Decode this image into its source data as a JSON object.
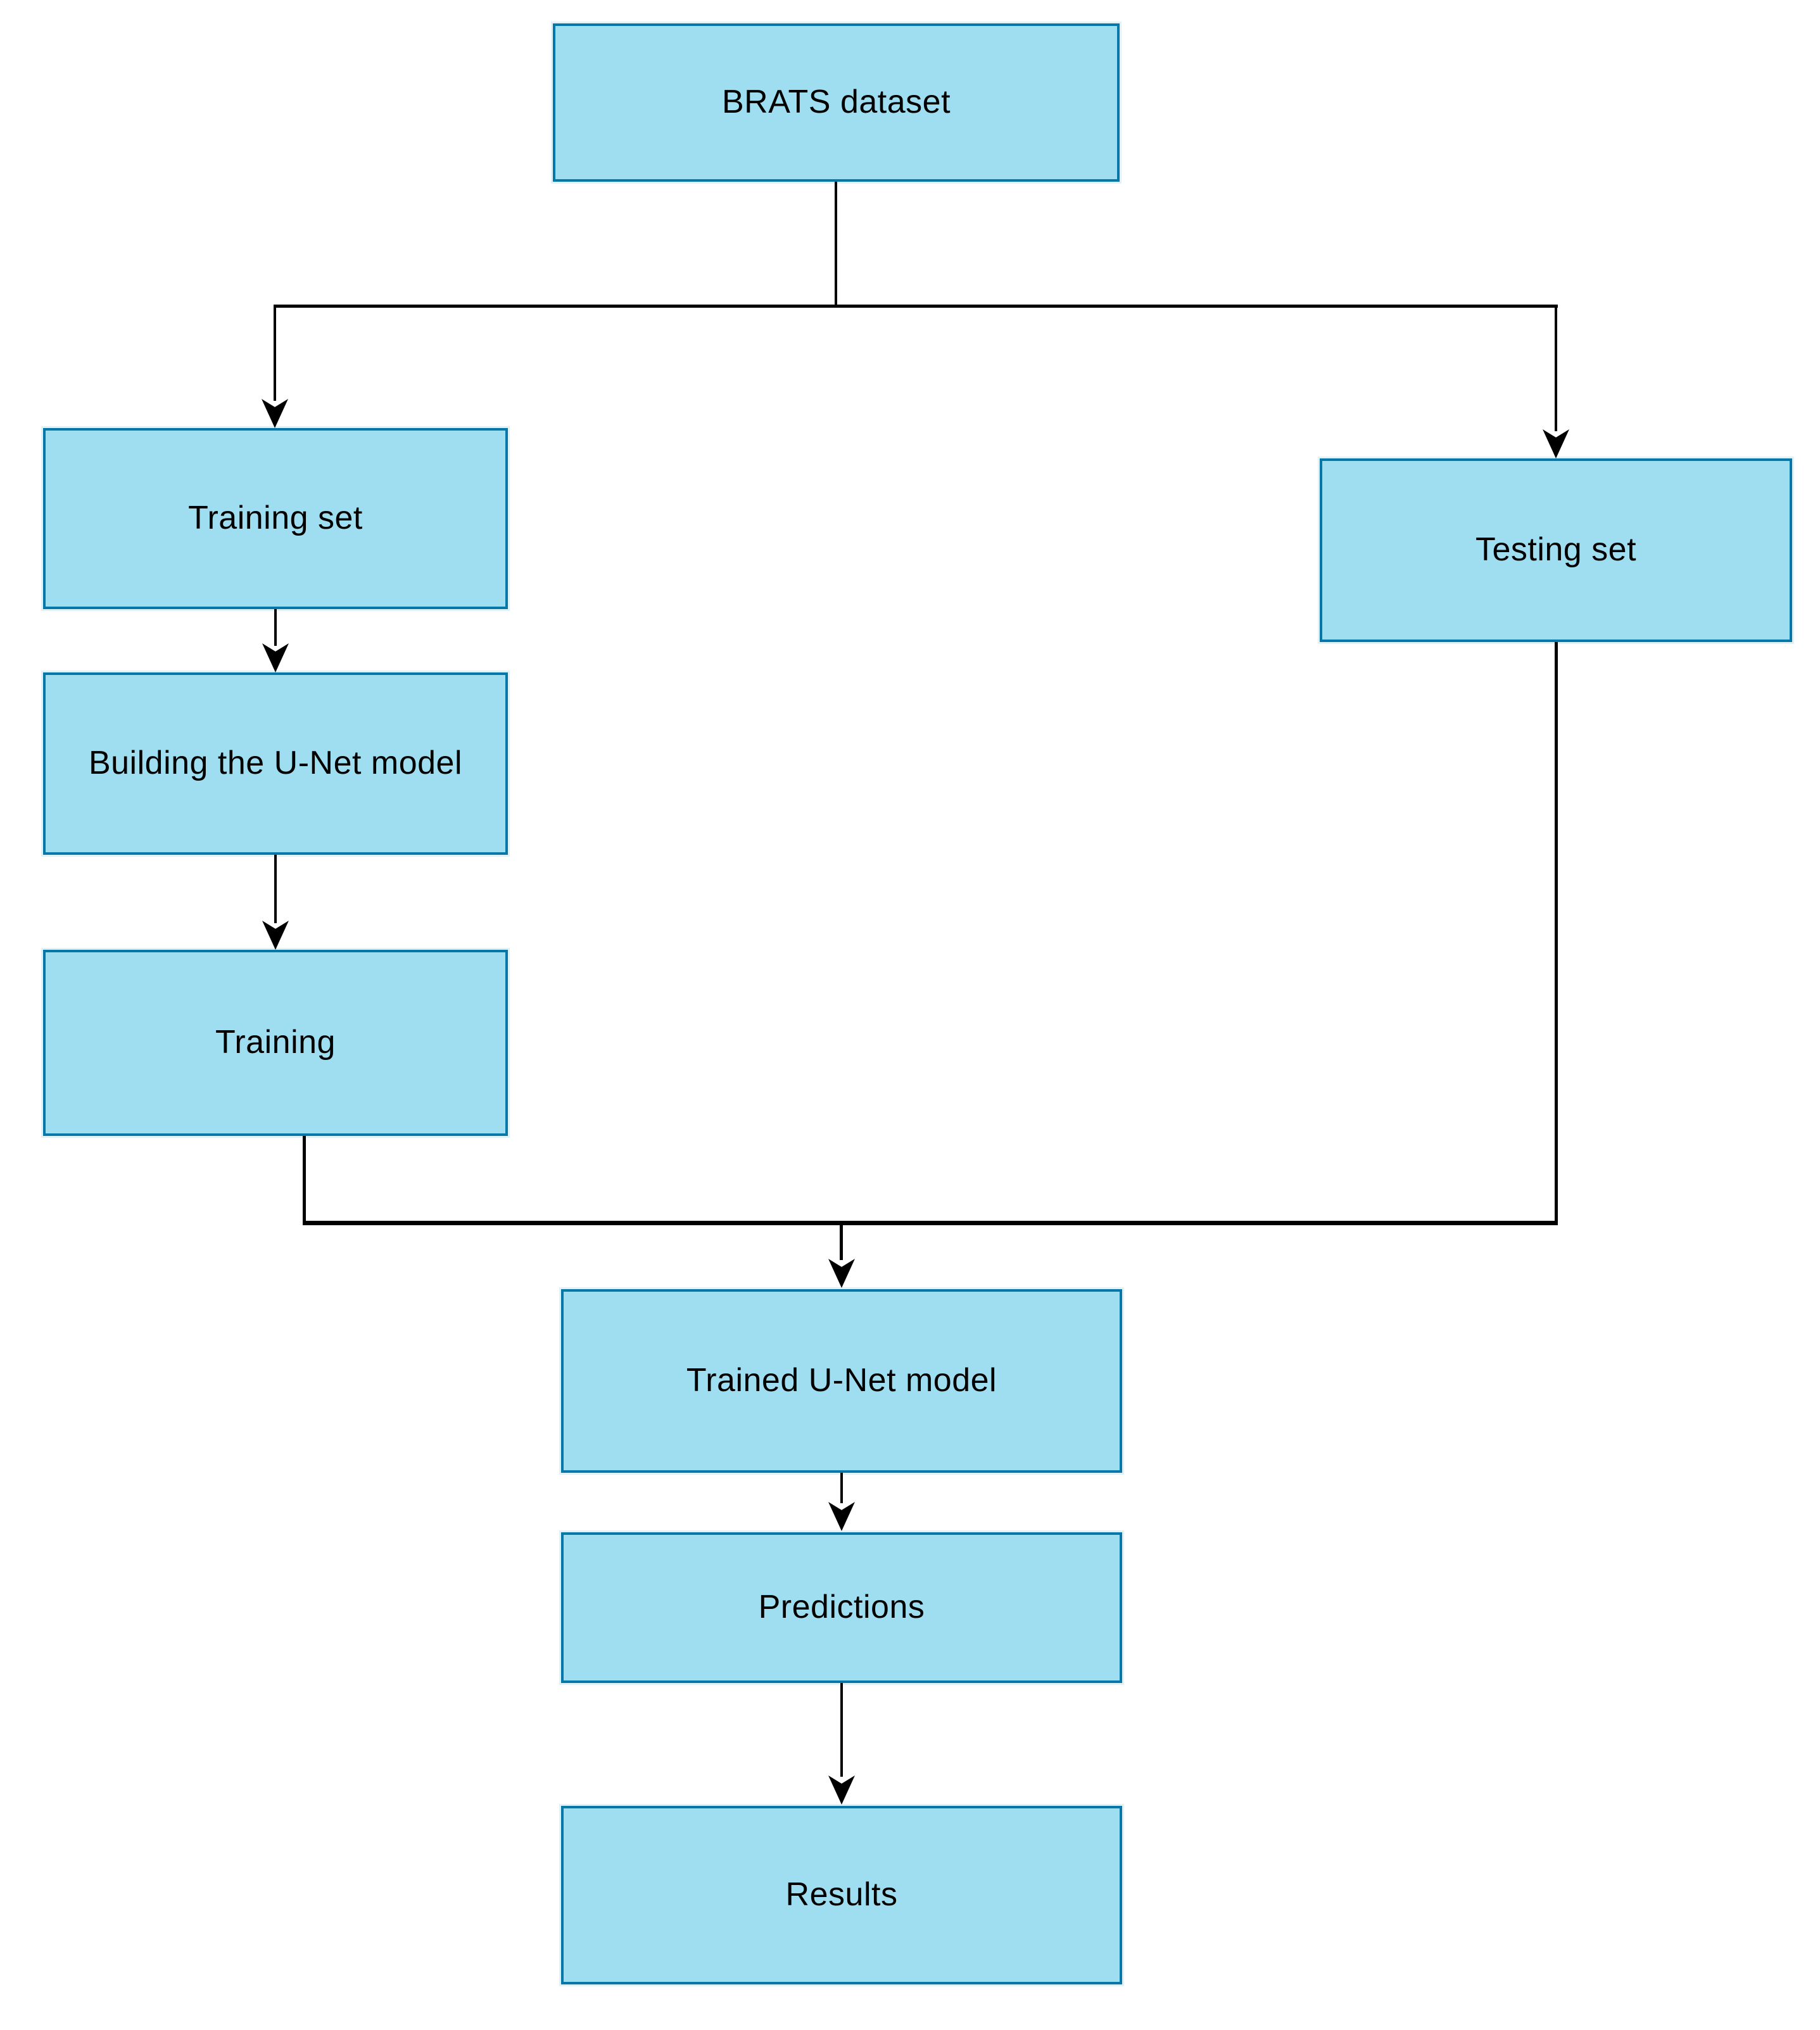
{
  "diagram_type": "flowchart",
  "colors": {
    "node_fill": "#9edef0",
    "node_border": "#0678a8",
    "connector": "#000000",
    "text": "#000000",
    "background": "#ffffff"
  },
  "nodes": [
    {
      "id": "brats-dataset",
      "label": "BRATS dataset"
    },
    {
      "id": "training-set",
      "label": "Training set"
    },
    {
      "id": "building-unet",
      "label": "Building the U-Net model"
    },
    {
      "id": "training",
      "label": "Training"
    },
    {
      "id": "testing-set",
      "label": "Testing set"
    },
    {
      "id": "trained-unet",
      "label": "Trained U-Net model"
    },
    {
      "id": "predictions",
      "label": "Predictions"
    },
    {
      "id": "results",
      "label": "Results"
    }
  ],
  "edges": [
    {
      "from": "brats-dataset",
      "to": "training-set"
    },
    {
      "from": "brats-dataset",
      "to": "testing-set"
    },
    {
      "from": "training-set",
      "to": "building-unet"
    },
    {
      "from": "building-unet",
      "to": "training"
    },
    {
      "from": "training",
      "to": "trained-unet"
    },
    {
      "from": "testing-set",
      "to": "trained-unet"
    },
    {
      "from": "trained-unet",
      "to": "predictions"
    },
    {
      "from": "predictions",
      "to": "results"
    }
  ]
}
